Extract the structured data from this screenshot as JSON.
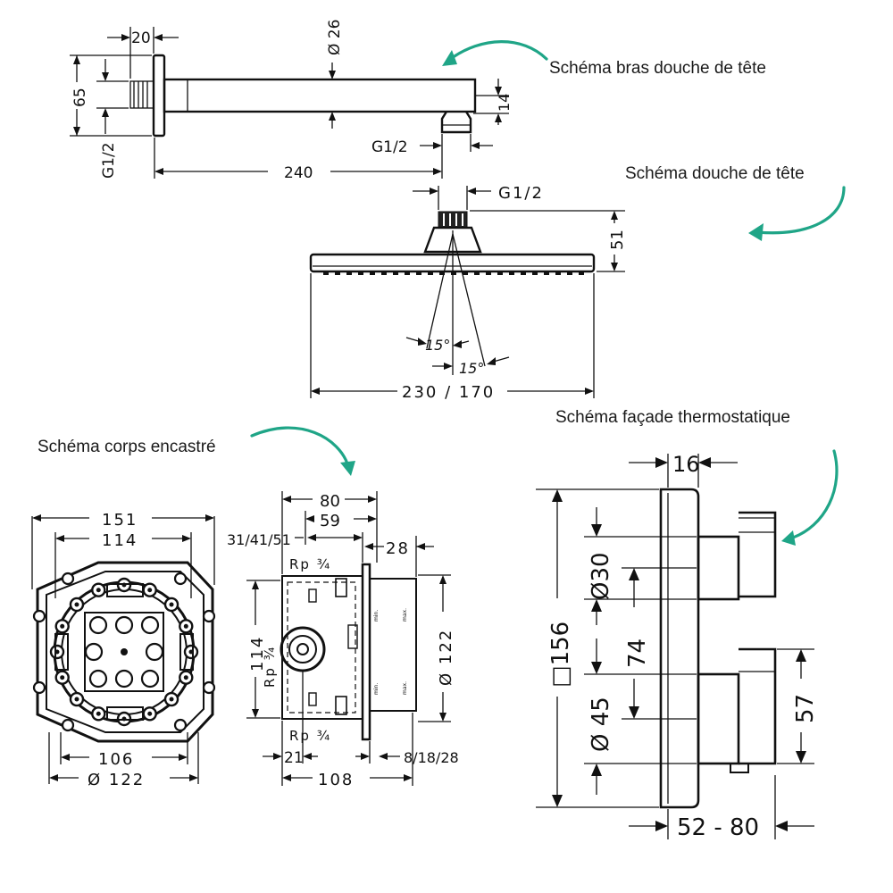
{
  "captions": {
    "arm": "Schéma bras douche de tête",
    "head": "Schéma douche de tête",
    "body": "Schéma corps encastré",
    "trim": "Schéma façade thermostatique"
  },
  "arm_dims": {
    "d20": "20",
    "d26": "Ø 26",
    "d65": "65",
    "d14": "14",
    "g_left": "G1/2",
    "g_right": "G1/2",
    "d240": "240"
  },
  "head_dims": {
    "g12": "G1/2",
    "d51": "51",
    "ang1": "15°",
    "ang2": "15°",
    "d230": "230 / 170"
  },
  "front_dims": {
    "d151": "151",
    "d114": "114",
    "d106": "106",
    "d122": "Ø 122"
  },
  "side_dims": {
    "d80": "80",
    "d59": "59",
    "d31": "31/41/51",
    "d28": "28",
    "rp_top": "Rp ¾",
    "rp_mid": "Rp ¾",
    "rp_bot": "Rp ¾",
    "d114v": "114",
    "d122v": "Ø 122",
    "d21": "21",
    "d81828": "8/18/28",
    "d108": "108",
    "min": "min.",
    "max": "max."
  },
  "trim_dims": {
    "d16": "16",
    "d156": "□156",
    "d30": "Ø30",
    "d74": "74",
    "d45": "Ø 45",
    "d57": "57",
    "d5280": "52 - 80"
  },
  "colors": {
    "accent": "#1fa587",
    "ink": "#111111"
  }
}
